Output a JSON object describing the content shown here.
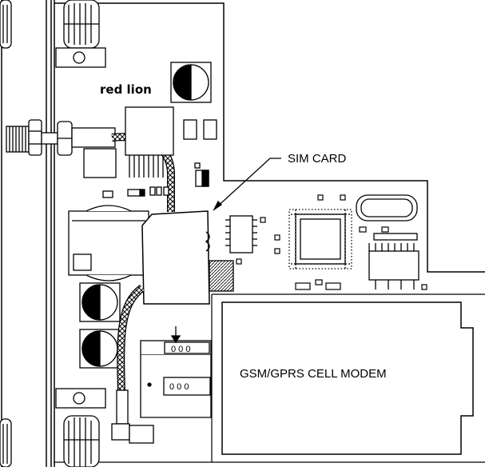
{
  "diagram": {
    "brand_logo": "red lion",
    "labels": {
      "sim_card": "SIM CARD",
      "modem": "GSM/GPRS CELL MODEM"
    },
    "sim_slot_pins": "0 0 0",
    "sim_slot_pins_lower": "0 0 0",
    "colors": {
      "line": "#000000",
      "background": "#ffffff"
    }
  }
}
